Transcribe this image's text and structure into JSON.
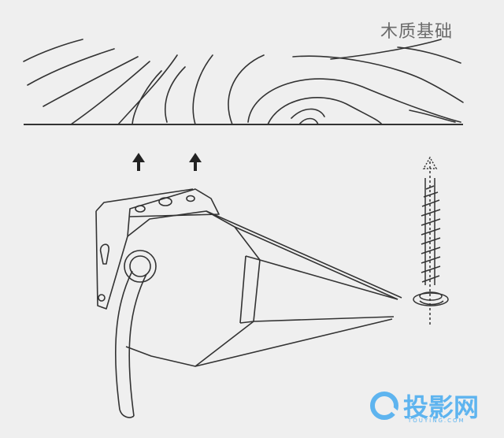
{
  "diagram": {
    "label": "木质基础"
  },
  "watermark": {
    "text": "投影网",
    "subtext": "TOUYING.COM"
  },
  "colors": {
    "background": "#efefef",
    "line": "#333333",
    "label": "#6b6b6b",
    "watermark": "#5eb4ef"
  }
}
